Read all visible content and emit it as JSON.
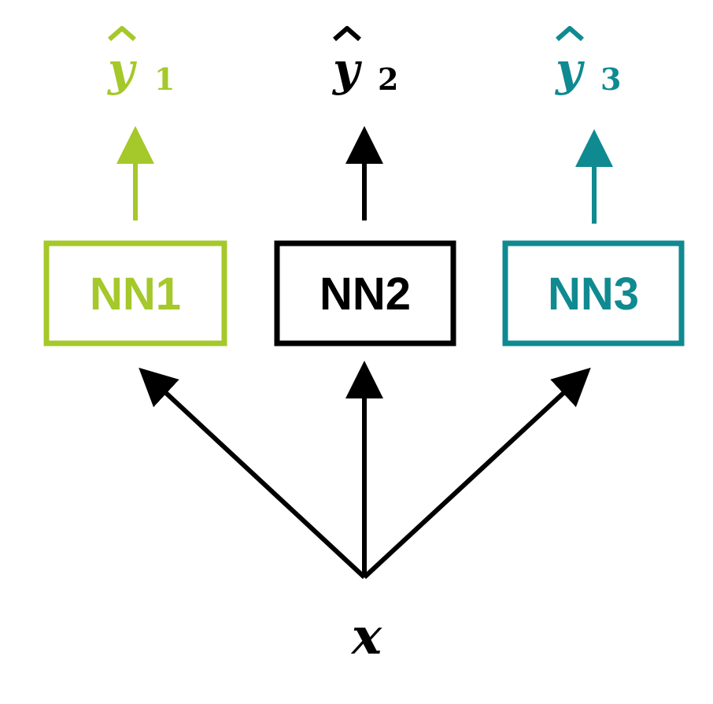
{
  "colors": {
    "nn1": "#a5c82a",
    "nn2": "#000000",
    "nn3": "#0f8a91",
    "input_arrows": "#000000",
    "background": "#ffffff"
  },
  "input": {
    "label": "x"
  },
  "networks": [
    {
      "label": "NN1",
      "output_symbol": "y",
      "output_subscript": "1"
    },
    {
      "label": "NN2",
      "output_symbol": "y",
      "output_subscript": "2"
    },
    {
      "label": "NN3",
      "output_symbol": "y",
      "output_subscript": "3"
    }
  ]
}
